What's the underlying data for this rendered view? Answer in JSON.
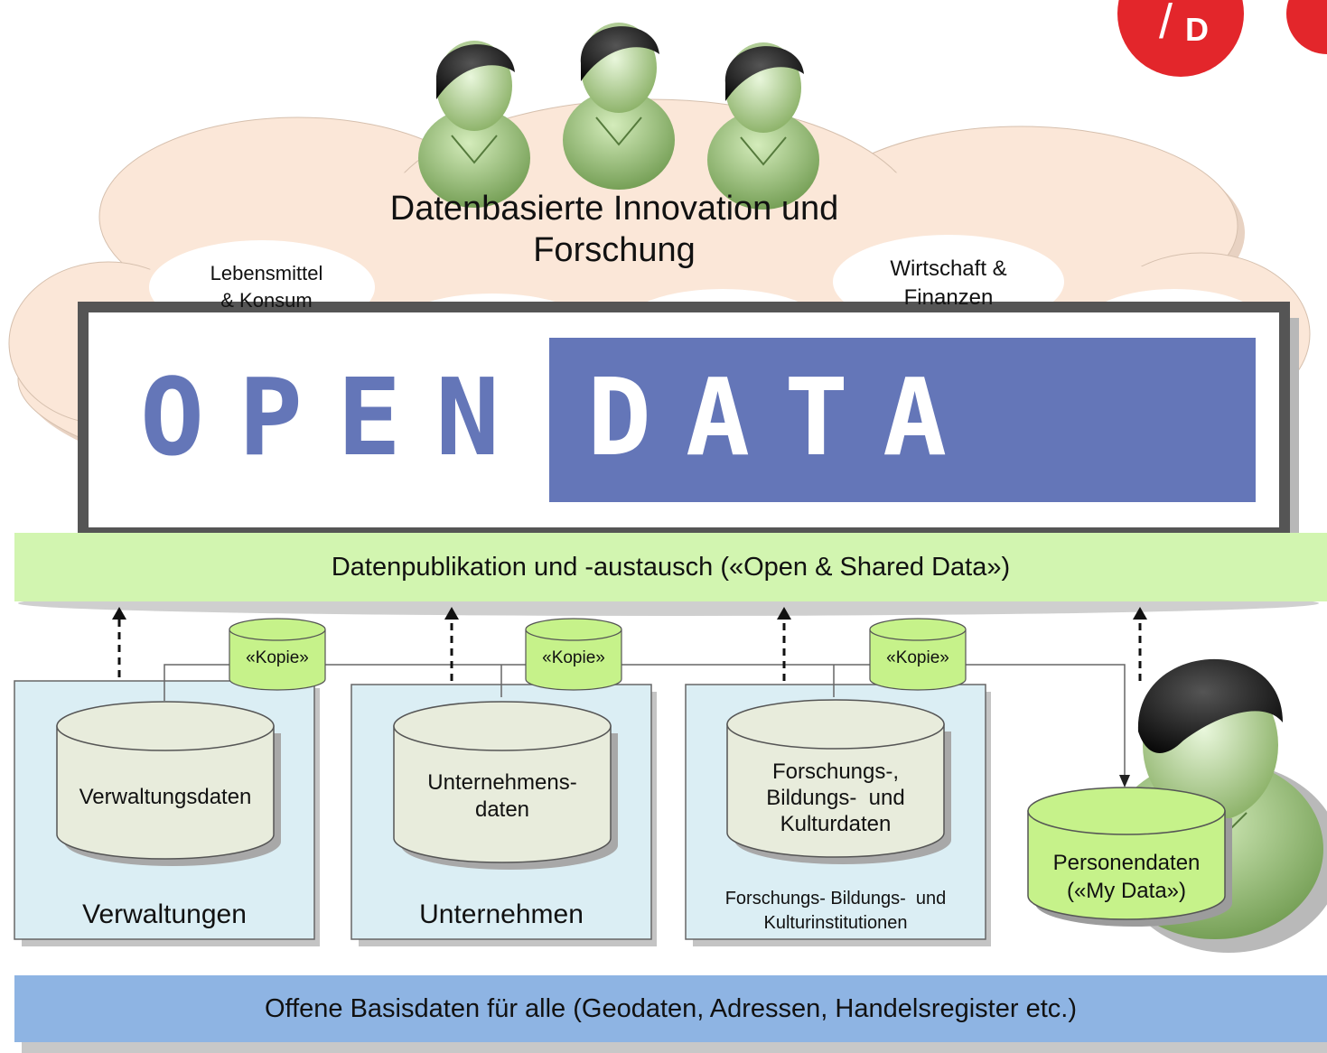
{
  "top": {
    "title_line1": "Datenbasierte Innovation und",
    "title_line2": "Forschung",
    "cloud_topics": [
      {
        "line1": "Lebensmittel",
        "line2": "& Konsum"
      },
      {
        "line1": "Wirtschaft &",
        "line2": "Finanzen"
      }
    ]
  },
  "banner": {
    "word1": "OPEN",
    "word2": "DATA"
  },
  "publication_bar": {
    "label": "Datenpublikation und -austausch («Open & Shared Data»)"
  },
  "copy_label": "«Kopie»",
  "sources": [
    {
      "db_line1": "Verwaltungsdaten",
      "db_line2": "",
      "db_line3": "",
      "box_label": "Verwaltungen"
    },
    {
      "db_line1": "Unternehmens-",
      "db_line2": "daten",
      "db_line3": "",
      "box_label": "Unternehmen"
    },
    {
      "db_line1": "Forschungs-,",
      "db_line2": "Bildungs-  und",
      "db_line3": "Kulturdaten",
      "box_label_line1": "Forschungs- Bildungs-  und",
      "box_label_line2": "Kulturinstitutionen"
    }
  ],
  "personal": {
    "line1": "Personendaten",
    "line2": "(«My Data»)"
  },
  "base_bar": {
    "label": "Offene Basisdaten für alle (Geodaten, Adressen, Handelsregister etc.)"
  },
  "colors": {
    "cloud": "#fbe7d8",
    "banner_blue": "#6476b8",
    "banner_frame": "#555555",
    "publication_bar": "#d2f5b0",
    "base_bar": "#8eb4e3",
    "source_box": "#dbeef4",
    "database": "#e8ecdc",
    "copy_db": "#c6f28a",
    "person_body": "#9fc27e",
    "logo_red": "#e3262b"
  }
}
